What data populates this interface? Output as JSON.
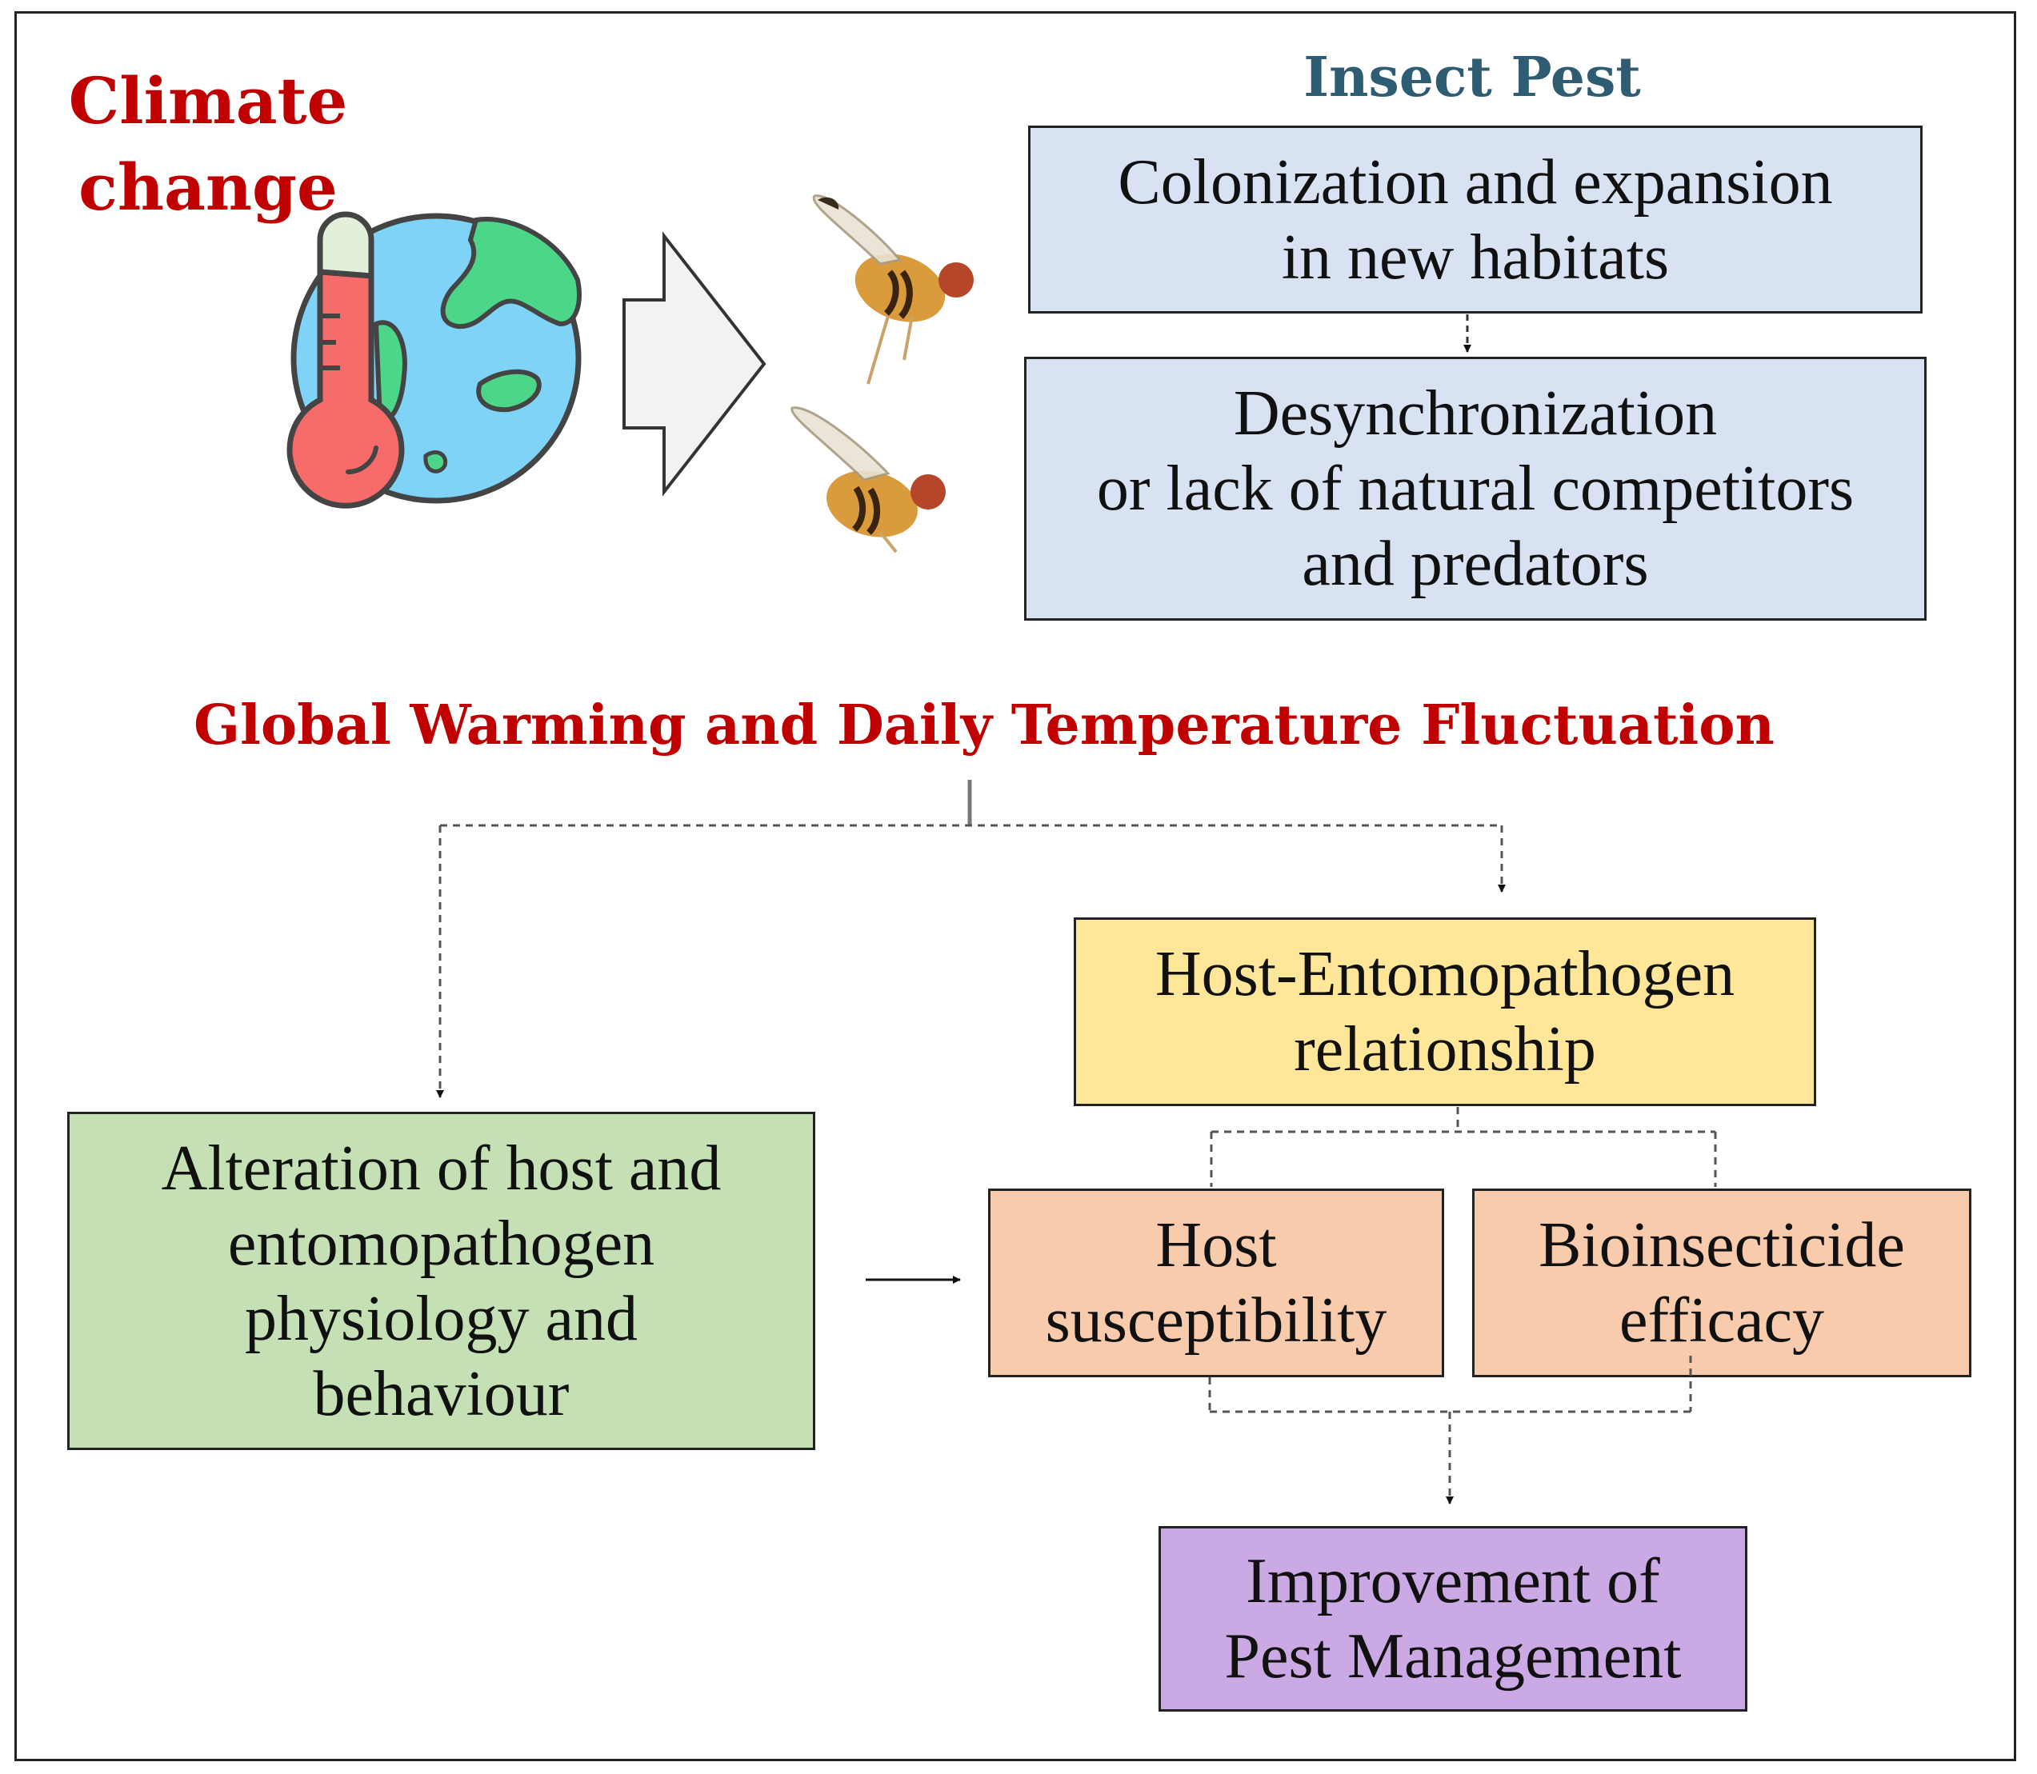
{
  "climate_title": "Climate\nchange",
  "insect_title": "Insect Pest",
  "warming_title": "Global Warming and Daily Temperature Fluctuation",
  "boxes": {
    "colonization": "Colonization and expansion\nin new habitats",
    "desync": "Desynchronization\nor lack of natural competitors\nand predators",
    "host_entomopathogen": "Host-Entomopathogen\nrelationship",
    "alteration": "Alteration of host and\nentomopathogen\nphysiology and\nbehaviour",
    "host_susceptibility": "Host\nsusceptibility",
    "bioinsecticide": "Bioinsecticide\nefficacy",
    "improvement": "Improvement of\nPest Management"
  },
  "colors": {
    "climate_red": "#c00000",
    "insect_blue": "#2e5c73",
    "blue_box": "#d9e2f3",
    "yellow_box": "#ffe699",
    "green_box": "#c5e0b4",
    "salmon_box": "#f8cbad",
    "purple_box": "#cba9e4",
    "globe_water": "#7fd3f7",
    "globe_land": "#4cd68a",
    "thermo_red": "#f76b6b"
  },
  "icons": [
    "globe-thermometer-icon",
    "right-arrow-icon",
    "fruit-fly-icon"
  ]
}
